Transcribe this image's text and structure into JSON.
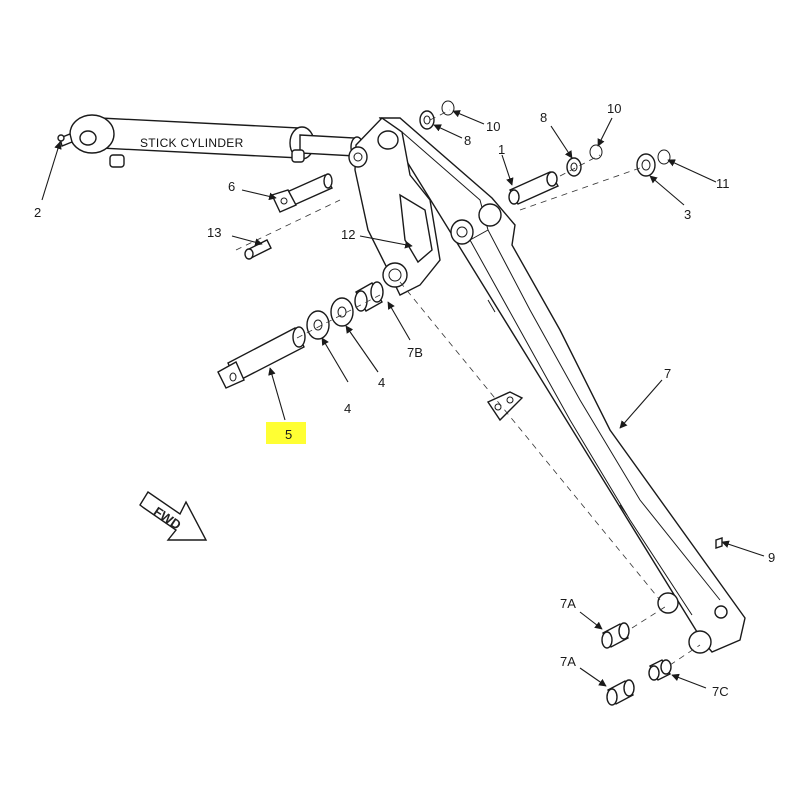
{
  "cylinder_label": "STICK CYLINDER",
  "fwd_label": "FWD",
  "highlight_color": "#ffff33",
  "callouts": {
    "c1": "1",
    "c2": "2",
    "c3": "3",
    "c4a": "4",
    "c4b": "4",
    "c5": "5",
    "c6": "6",
    "c7": "7",
    "c7a1": "7A",
    "c7a2": "7A",
    "c7b": "7B",
    "c7c": "7C",
    "c8a": "8",
    "c8b": "8",
    "c9": "9",
    "c10a": "10",
    "c10b": "10",
    "c11": "11",
    "c12": "12",
    "c13": "13"
  }
}
